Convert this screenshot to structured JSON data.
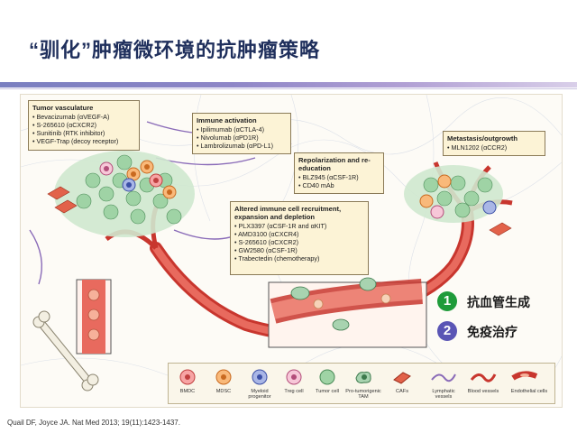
{
  "title": "“驯化”肿瘤微环境的抗肿瘤策略",
  "boxes": {
    "tumor_vasculature": {
      "heading": "Tumor vasculature",
      "items": [
        "Bevacizumab (αVEGF-A)",
        "S-265610 (αCXCR2)",
        "Sunitinib (RTK inhibitor)",
        "VEGF-Trap (decoy receptor)"
      ]
    },
    "immune_activation": {
      "heading": "Immune activation",
      "items": [
        "Ipilimumab (αCTLA-4)",
        "Nivolumab (αPD1R)",
        "Lambrolizumab (αPD-L1)"
      ]
    },
    "repolarization": {
      "heading": "Repolarization and re-education",
      "items": [
        "BLZ945 (αCSF-1R)",
        "CD40 mAb"
      ]
    },
    "metastasis": {
      "heading": "Metastasis/outgrowth",
      "items": [
        "MLN1202 (αCCR2)"
      ]
    },
    "altered_immune": {
      "heading": "Altered immune cell recruitment, expansion and depletion",
      "items": [
        "PLX3397 (αCSF-1R and αKIT)",
        "AMD3100 (αCXCR4)",
        "S-265610 (αCXCR2)",
        "GW2580 (αCSF-1R)",
        "Trabectedin (chemotherapy)"
      ]
    }
  },
  "callouts": [
    {
      "number": "1",
      "label": "抗血管生成",
      "color": "#1f9b3a"
    },
    {
      "number": "2",
      "label": "免疫治疗",
      "color": "#5a55b5"
    }
  ],
  "legend": [
    "BMDC",
    "MDSC",
    "Myeloid progenitor",
    "Treg cell",
    "Tumor cell",
    "Pro-tumorigenic TAM",
    "CAFs",
    "Lymphatic vessels",
    "Blood vessels",
    "Endothelial cells"
  ],
  "citation": "Quail DF, Joyce JA. Nat Med 2013; 19(11):1423-1437."
}
